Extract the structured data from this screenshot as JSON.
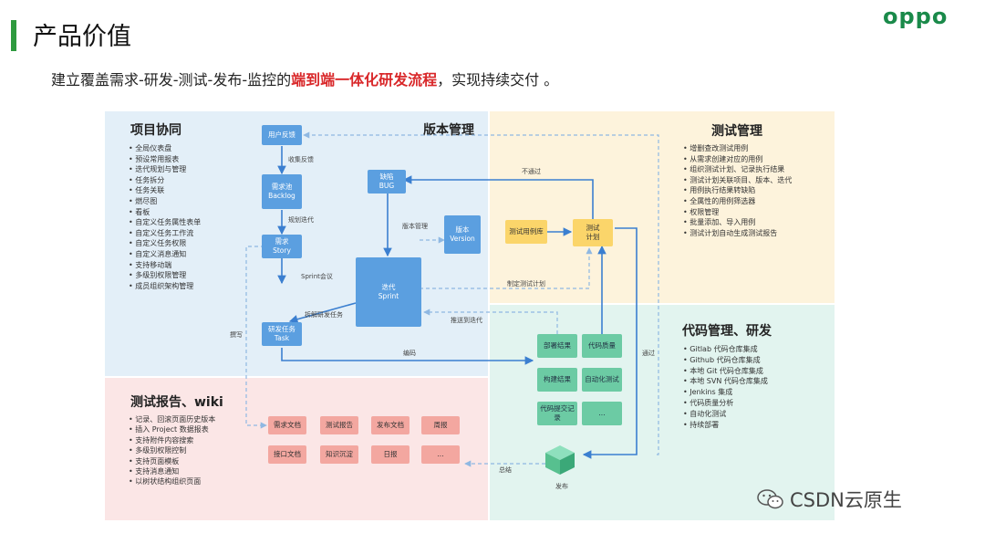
{
  "header": {
    "title": "产品价值",
    "brand": "oppo",
    "subtitle_pre": "建立覆盖需求-研发-测试-发布-监控的",
    "subtitle_highlight": "端到端一体化研发流程",
    "subtitle_post": "，实现持续交付 。"
  },
  "panels": {
    "project": {
      "title": "项目协同",
      "items": [
        "全局仪表盘",
        "预设常用报表",
        "迭代规划与管理",
        "任务拆分",
        "任务关联",
        "燃尽图",
        "看板",
        "自定义任务属性表单",
        "自定义任务工作流",
        "自定义任务权限",
        "自定义消息通知",
        "支持移动端",
        "多级别权限管理",
        "成员组织架构管理"
      ]
    },
    "version": {
      "title": "版本管理"
    },
    "test": {
      "title": "测试管理",
      "items": [
        "增删查改测试用例",
        "从需求创建对应的用例",
        "组织测试计划、记录执行结果",
        "测试计划关联项目、版本、迭代",
        "用例执行结果转缺陷",
        "全属性的用例筛选器",
        "权限管理",
        "批量添加、导入用例",
        "测试计划自动生成测试报告"
      ]
    },
    "code": {
      "title": "代码管理、研发",
      "items": [
        "Gitlab 代码仓库集成",
        "Github 代码仓库集成",
        "本地 Git 代码仓库集成",
        "本地 SVN 代码仓库集成",
        "Jenkins 集成",
        "代码质量分析",
        "自动化测试",
        "持续部署"
      ]
    },
    "report": {
      "title": "测试报告、wiki",
      "items": [
        "记录、回滚页面历史版本",
        "插入 Project 数据报表",
        "支持附件内容搜索",
        "多级别权限控制",
        "支持页面模板",
        "支持消息通知",
        "以树状结构组织页面"
      ]
    }
  },
  "nodes": {
    "feedback": "用户反馈",
    "backlog_1": "需求池",
    "backlog_2": "Backlog",
    "story_1": "需求",
    "story_2": "Story",
    "bug_1": "缺陷",
    "bug_2": "BUG",
    "version_1": "版本",
    "version_2": "Version",
    "sprint_1": "迭代",
    "sprint_2": "Sprint",
    "task_1": "研发任务",
    "task_2": "Task",
    "case_lib": "测试用例库",
    "plan_1": "测试",
    "plan_2": "计划",
    "deploy": "部署结果",
    "quality": "代码质量",
    "build": "构建结果",
    "autotest": "自动化测试",
    "commit_1": "代码提交记",
    "commit_2": "录",
    "more_code": "...",
    "release": "发布",
    "docs": [
      "需求文档",
      "测试报告",
      "发布文档",
      "周报",
      "接口文档",
      "知识沉淀",
      "日报",
      "..."
    ]
  },
  "edge_labels": {
    "collect": "收集反馈",
    "plan_iter": "规划迭代",
    "sprint_meeting": "Sprint会议",
    "version_mgmt": "版本管理",
    "split_task": "拆解研发任务",
    "write": "撰写",
    "code": "编码",
    "failed": "不通过",
    "make_plan": "制定测试计划",
    "push_iter": "推送到迭代",
    "passed": "通过",
    "summary": "总结"
  },
  "watermark": "CSDN云原生",
  "colors": {
    "accent_green": "#2e9a3e",
    "highlight_red": "#d9282a",
    "node_blue": "#5b9fe0",
    "node_yellow": "#fbd56a",
    "node_green": "#6ccba4",
    "node_red": "#f3a7a0"
  }
}
